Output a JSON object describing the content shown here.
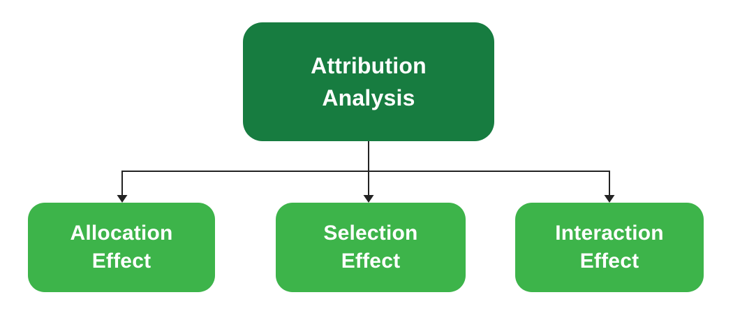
{
  "diagram": {
    "type": "flowchart",
    "root": {
      "lines": [
        "Attribution",
        "Analysis"
      ]
    },
    "children": [
      {
        "lines": [
          "Allocation",
          "Effect"
        ]
      },
      {
        "lines": [
          "Selection",
          "Effect"
        ]
      },
      {
        "lines": [
          "Interaction",
          "Effect"
        ]
      }
    ],
    "colors": {
      "root_fill": "#177C40",
      "child_fill": "#3DB44A",
      "label_text": "#FFFFFF",
      "connector": "#232323",
      "background": "#FFFFFF"
    }
  }
}
